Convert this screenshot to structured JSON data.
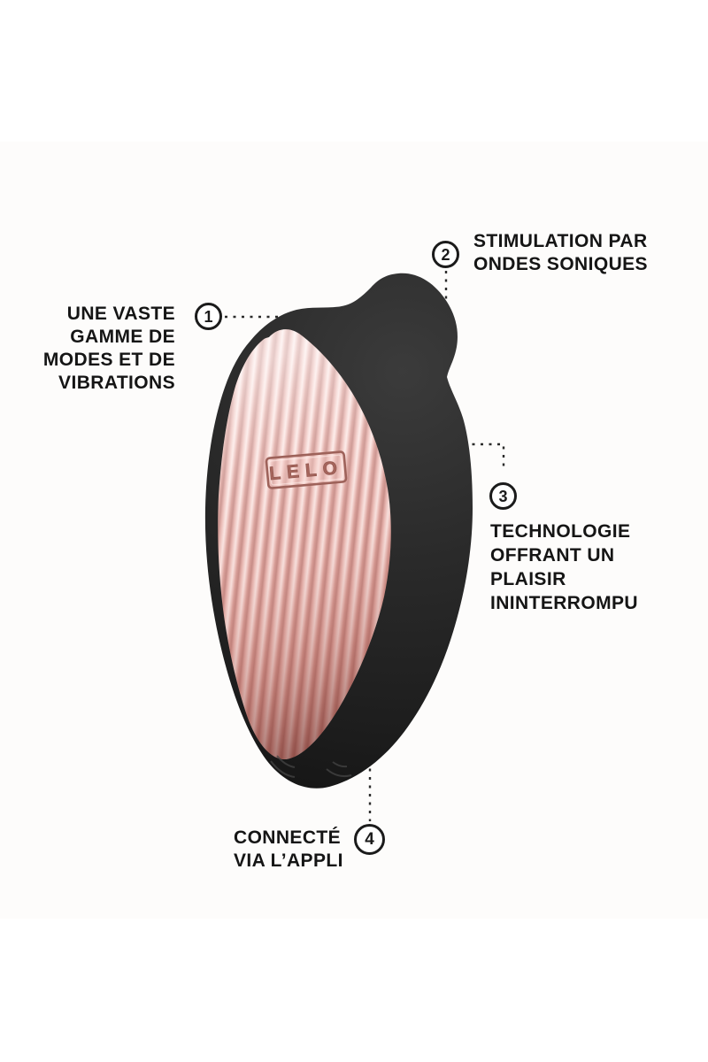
{
  "device": {
    "logo": "LELO",
    "body_color": "#232323",
    "face_highlight_color": "#fbeae7",
    "face_base_color": "#e9bcb7",
    "face_shadow_color": "#9c5f57"
  },
  "callouts": [
    {
      "number": "1",
      "label": "UNE VASTE\nGAMME DE\nMODES ET DE\nVIBRATIONS"
    },
    {
      "number": "2",
      "label": "STIMULATION PAR\nONDES SONIQUES"
    },
    {
      "number": "3",
      "label": "TECHNOLOGIE\nOFFRANT UN\nPLAISIR\nININTERROMPU"
    },
    {
      "number": "4",
      "label": "CONNECTÉ\nVIA L’APPLI"
    }
  ]
}
